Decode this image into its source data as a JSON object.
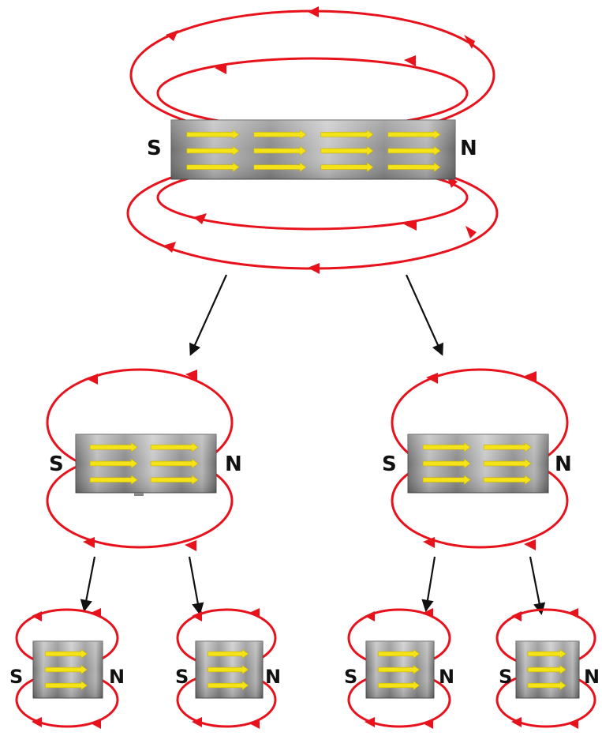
{
  "labels": {
    "south": "S",
    "north": "N"
  },
  "colors": {
    "field_line": "#e8121c",
    "arrow": "#f5e31a",
    "split_arrow": "#111111",
    "bar_light": "#c8c8c8",
    "bar_dark": "#6f6f6f",
    "background": "#ffffff"
  },
  "magnets": [
    {
      "id": "full-magnet",
      "level": 0,
      "arrow_rows": 3,
      "arrow_cols": 4
    },
    {
      "id": "half-magnet-left",
      "level": 1,
      "arrow_rows": 3,
      "arrow_cols": 2
    },
    {
      "id": "half-magnet-right",
      "level": 1,
      "arrow_rows": 3,
      "arrow_cols": 2
    },
    {
      "id": "quarter-magnet-1",
      "level": 2,
      "arrow_rows": 3,
      "arrow_cols": 1
    },
    {
      "id": "quarter-magnet-2",
      "level": 2,
      "arrow_rows": 3,
      "arrow_cols": 1
    },
    {
      "id": "quarter-magnet-3",
      "level": 2,
      "arrow_rows": 3,
      "arrow_cols": 1
    },
    {
      "id": "quarter-magnet-4",
      "level": 2,
      "arrow_rows": 3,
      "arrow_cols": 1
    }
  ]
}
